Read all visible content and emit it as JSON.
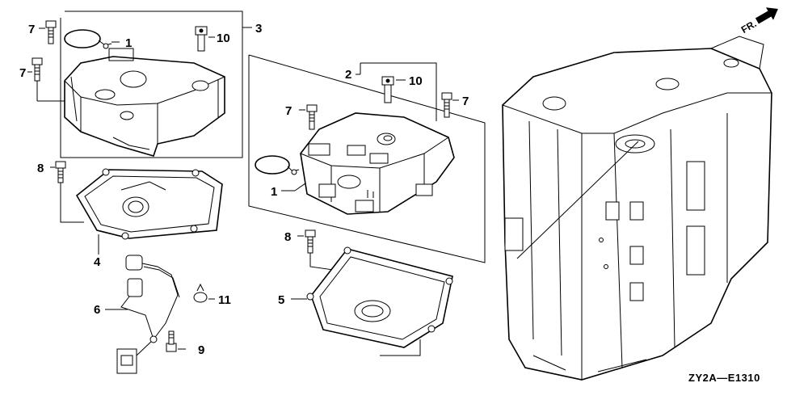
{
  "diagram": {
    "drawing_code": "ZY2A—E1310",
    "direction_label": "FR.",
    "callouts": [
      {
        "id": "c7a",
        "label": "7"
      },
      {
        "id": "c1a",
        "label": "1"
      },
      {
        "id": "c10a",
        "label": "10"
      },
      {
        "id": "c3",
        "label": "3"
      },
      {
        "id": "c7b",
        "label": "7"
      },
      {
        "id": "c8a",
        "label": "8"
      },
      {
        "id": "c4",
        "label": "4"
      },
      {
        "id": "c2",
        "label": "2"
      },
      {
        "id": "c10b",
        "label": "10"
      },
      {
        "id": "c7c",
        "label": "7"
      },
      {
        "id": "c7d",
        "label": "7"
      },
      {
        "id": "c1b",
        "label": "1"
      },
      {
        "id": "c8b",
        "label": "8"
      },
      {
        "id": "c5",
        "label": "5"
      },
      {
        "id": "c6",
        "label": "6"
      },
      {
        "id": "c11",
        "label": "11"
      },
      {
        "id": "c9",
        "label": "9"
      }
    ]
  }
}
